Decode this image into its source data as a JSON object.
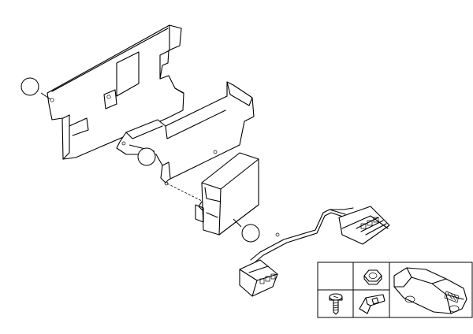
{
  "diagram": {
    "parts": [
      {
        "name": "upper-mounting-bracket"
      },
      {
        "name": "lower-mounting-bracket"
      },
      {
        "name": "control-unit"
      },
      {
        "name": "wiring-harness"
      }
    ],
    "callouts": [
      {
        "name": "callout-1",
        "label": ""
      },
      {
        "name": "callout-2",
        "label": ""
      },
      {
        "name": "callout-3",
        "label": ""
      }
    ],
    "inset_parts": [
      "hex-nut",
      "screw",
      "spring-nut",
      "vehicle-silhouette"
    ]
  },
  "colors": {
    "line": "#000000",
    "background": "#ffffff"
  }
}
